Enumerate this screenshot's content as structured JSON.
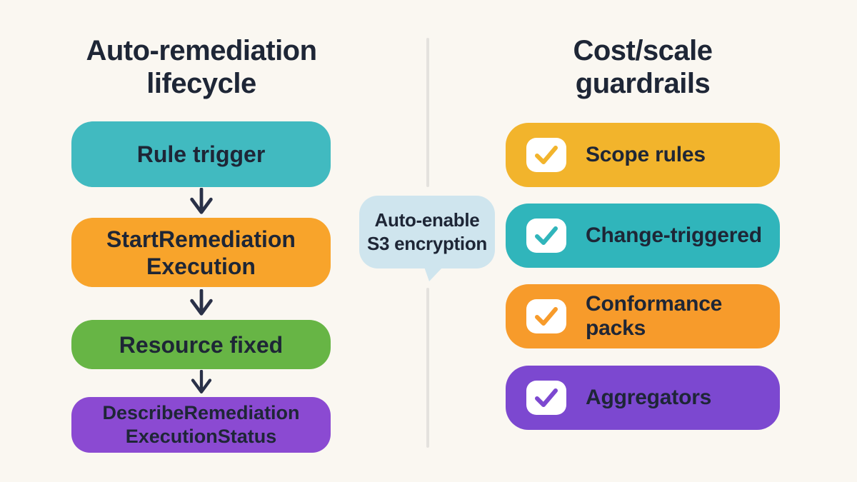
{
  "colors": {
    "background": "#faf7f1",
    "ink": "#1e2636",
    "arrow": "#2a3148",
    "divider": "#e4e2de",
    "bubble_bg": "#cfe5ee"
  },
  "left_column": {
    "title_lines": [
      "Auto-remediation",
      "lifecycle"
    ],
    "steps": [
      {
        "lines": [
          "Rule trigger"
        ],
        "color": "#41bac0"
      },
      {
        "lines": [
          "StartRemediation",
          "Execution"
        ],
        "color": "#f8a42b"
      },
      {
        "lines": [
          "Resource fixed"
        ],
        "color": "#67b545"
      },
      {
        "lines": [
          "DescribeRemediation",
          "ExecutionStatus"
        ],
        "color": "#8b4ad2"
      }
    ]
  },
  "callout": {
    "lines": [
      "Auto-enable",
      "S3 encryption"
    ]
  },
  "right_column": {
    "title_lines": [
      "Cost/scale",
      "guardrails"
    ],
    "items": [
      {
        "label": "Scope rules",
        "color": "#f2b42c"
      },
      {
        "label": "Change-triggered",
        "color": "#30b5bb"
      },
      {
        "label": "Conformance packs",
        "color": "#f79b2b"
      },
      {
        "label": "Aggregators",
        "color": "#7c48d0"
      }
    ]
  }
}
